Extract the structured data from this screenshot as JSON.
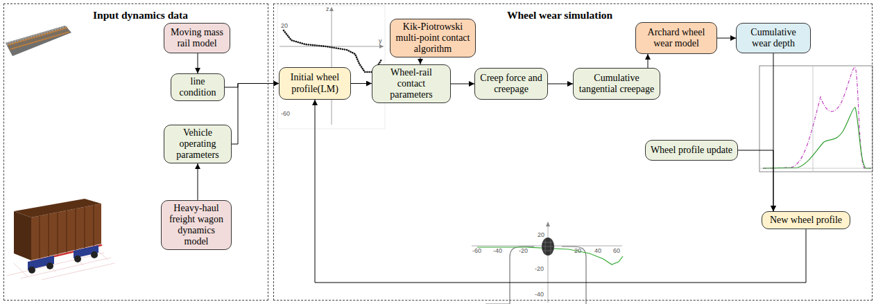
{
  "diagram": {
    "nodes": [
      {
        "text": [
          "Input dynamics data"
        ]
      },
      {
        "text": [
          "Moving mass rail model"
        ],
        "in": 0
      },
      {
        "text": [
          "line condition"
        ],
        "in": 0
      },
      {
        "text": [
          "Vehicle operating parameters"
        ],
        "in": 0
      },
      {
        "text": [
          "Heavy-haul freight wagon dynamics model"
        ],
        "in": 0
      },
      {
        "text": [
          "Wheel wear simulation"
        ]
      },
      {
        "text": [
          "Kik-Piotrowski multi-point contact algorithm"
        ],
        "in": 5
      },
      {
        "text": [
          "Archard wheel wear model"
        ],
        "in": 5
      },
      {
        "text": [
          "Cumulative wear depth"
        ],
        "in": 5
      },
      {
        "text": [
          "Initial wheel profile(LM)"
        ],
        "in": 5
      },
      {
        "text": [
          "Wheel-rail contact parameters"
        ],
        "in": 5
      },
      {
        "text": [
          "Creep force and creepage"
        ],
        "in": 5
      },
      {
        "text": [
          "Cumulative tangential creepage"
        ],
        "in": 5
      },
      {
        "text": [
          "Wheel profile update"
        ],
        "in": 5
      },
      {
        "text": [
          "New wheel profile"
        ],
        "in": 5
      }
    ],
    "edges": [
      {
        "from": 1,
        "to": 2,
        "arrow": "to"
      },
      {
        "from": 2,
        "to": 9,
        "arrow": "to"
      },
      {
        "from": 3,
        "to": 9,
        "arrow": "to"
      },
      {
        "from": 4,
        "to": 3,
        "arrow": "to"
      },
      {
        "from": 9,
        "to": 10,
        "arrow": "to"
      },
      {
        "from": 6,
        "to": 10,
        "arrow": "to"
      },
      {
        "from": 10,
        "to": 11,
        "arrow": "to"
      },
      {
        "from": 11,
        "to": 12,
        "arrow": "to"
      },
      {
        "from": 12,
        "to": 7,
        "arrow": "to"
      },
      {
        "from": 7,
        "to": 8,
        "arrow": "to"
      },
      {
        "from": 8,
        "to": 14,
        "arrow": "to"
      },
      {
        "from": 13,
        "to": 14,
        "arrow": "to"
      },
      {
        "from": 14,
        "to": 9,
        "arrow": "to"
      }
    ],
    "labels": [
      "z",
      "y",
      "20",
      "-60",
      "20",
      "-20",
      "-40",
      "-60",
      "-40",
      "-20",
      "20",
      "40",
      "60"
    ]
  }
}
